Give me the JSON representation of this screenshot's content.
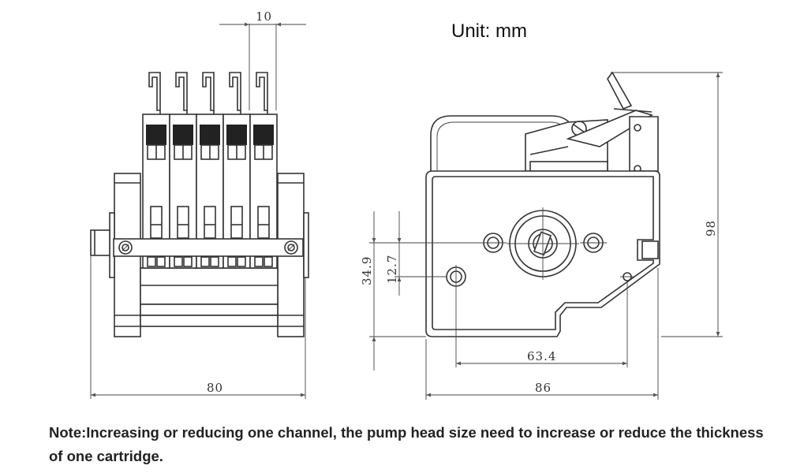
{
  "header": {
    "unit_label": "Unit: mm"
  },
  "dimensions": {
    "channel_pitch": "10",
    "front_width": "80",
    "side_width": "86",
    "side_height": "98",
    "hole_spacing": "63.4",
    "height_34_9": "34.9",
    "height_12_7": "12.7"
  },
  "note": {
    "text": "Note:Increasing or reducing one channel, the pump head size need to increase or reduce the thickness of one cartridge."
  },
  "colors": {
    "line": "#333333",
    "background": "#ffffff",
    "text": "#222222"
  }
}
